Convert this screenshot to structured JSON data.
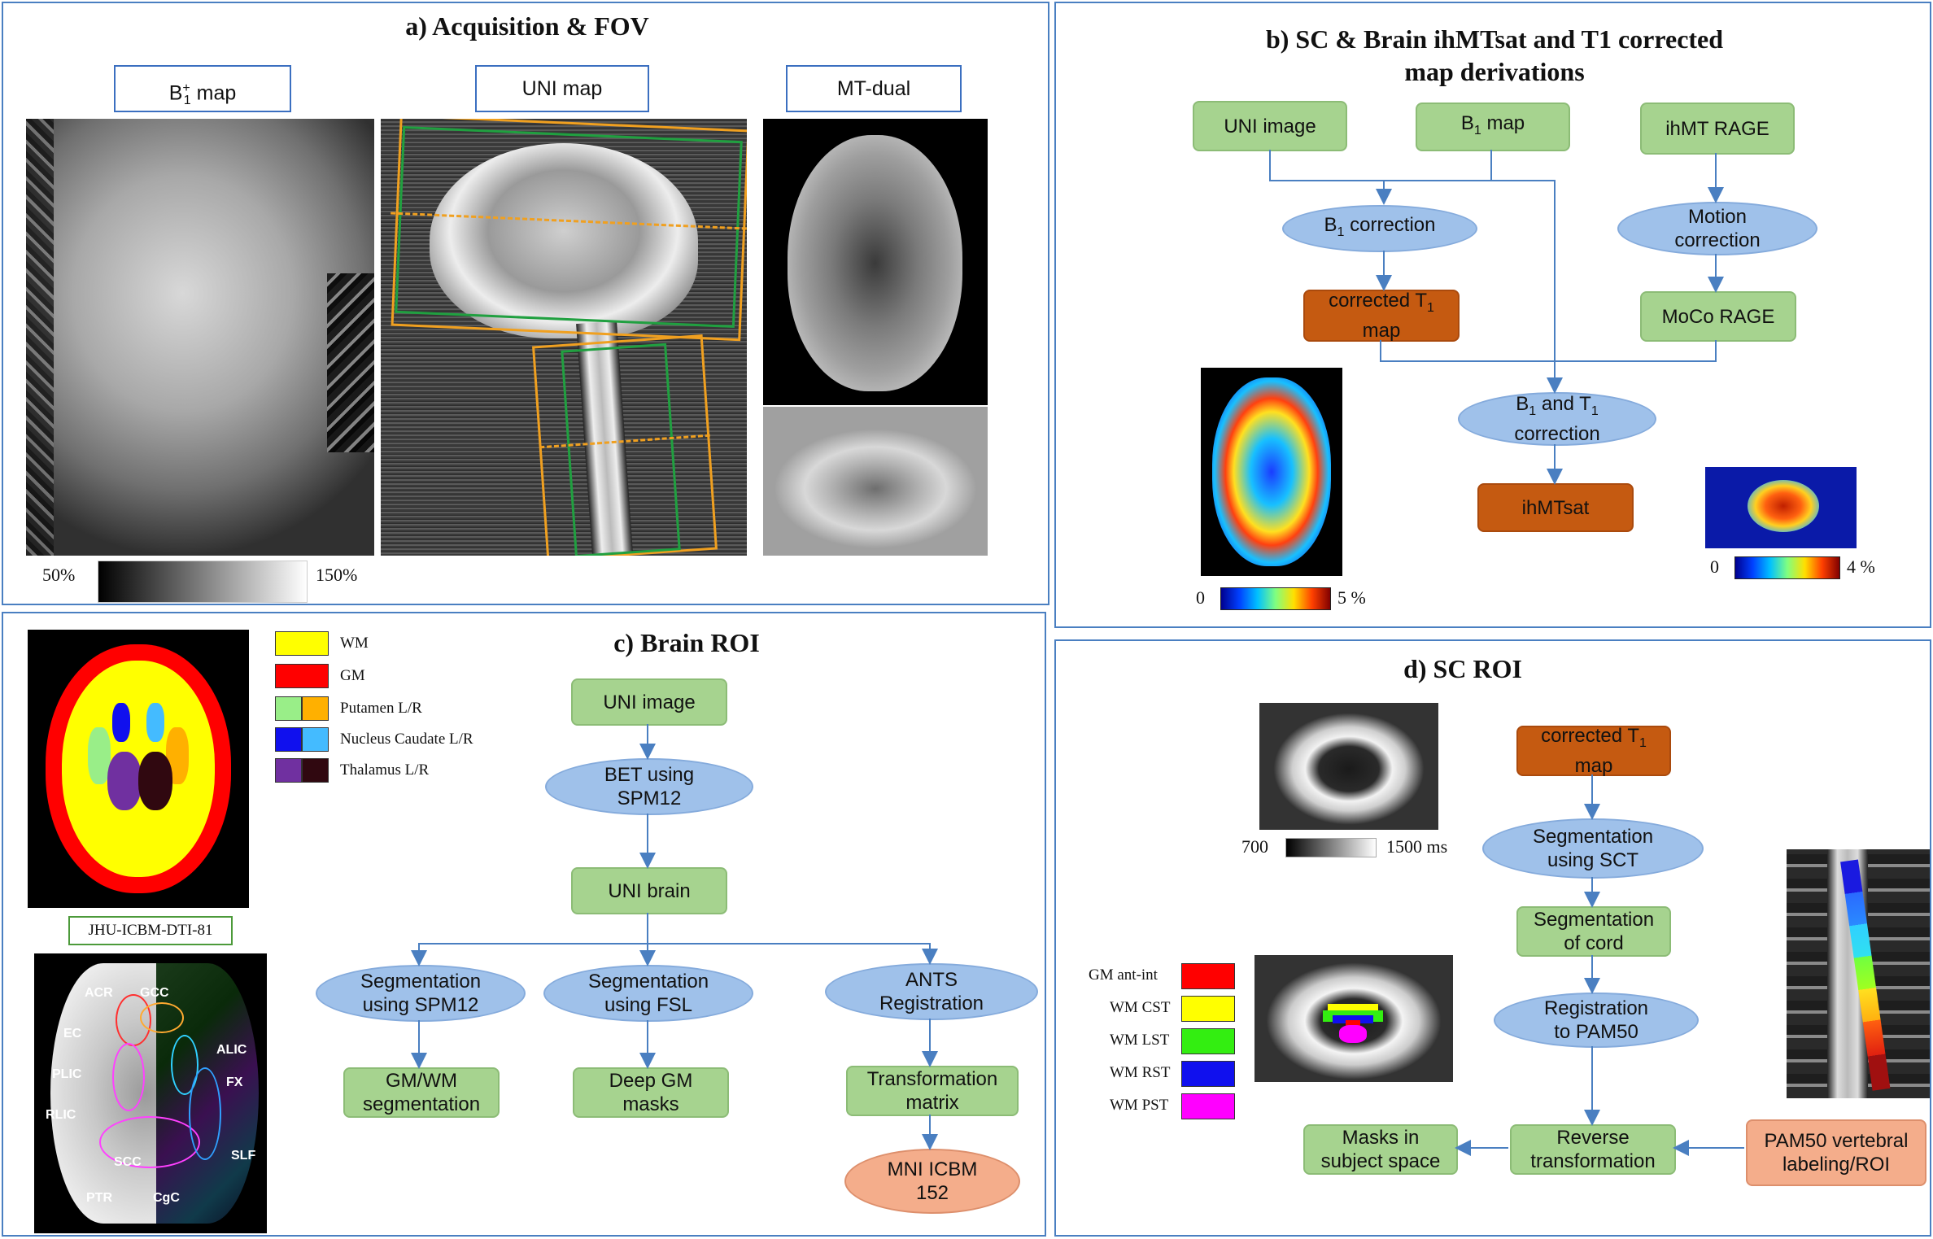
{
  "panel_a": {
    "title": "a) Acquisition & FOV",
    "b1_map_label": "B",
    "b1_sub": "1",
    "b1_sup": "+",
    "b1_suffix": " map",
    "uni_map_label": "UNI map",
    "mt_dual_label": "MT-dual",
    "colorbar_min": "50%",
    "colorbar_max": "150%"
  },
  "panel_b": {
    "title_line1": "b) SC & Brain ihMTsat and T1 corrected",
    "title_line2": "map derivations",
    "uni_image": "UNI image",
    "b1_map": "B",
    "b1_map_suffix": " map",
    "ihmt_rage": "ihMT RAGE",
    "b1_correction": "B",
    "b1_correction_suffix": " correction",
    "motion_correction": "Motion\ncorrection",
    "corrected_t1_line1": "corrected T",
    "corrected_t1_line2": "map",
    "moco_rage": "MoCo RAGE",
    "b1_t1_line1a": "B",
    "b1_t1_line1b": " and T",
    "b1_t1_line2": "correction",
    "ihmtsat": "ihMTsat",
    "sub1": "1",
    "brain_cbar_min": "0",
    "brain_cbar_max": "5 %",
    "sc_cbar_min": "0",
    "sc_cbar_max": "4 %"
  },
  "panel_c": {
    "title": "c)  Brain ROI",
    "legend": [
      {
        "label": "WM",
        "colors": [
          "#ffff00"
        ]
      },
      {
        "label": "GM",
        "colors": [
          "#ff0000"
        ]
      },
      {
        "label": "Putamen L/R",
        "colors": [
          "#99ee88",
          "#ffb000"
        ]
      },
      {
        "label": "Nucleus Caudate L/R",
        "colors": [
          "#1010ee",
          "#44bbff"
        ]
      },
      {
        "label": "Thalamus L/R",
        "colors": [
          "#7030a0",
          "#300810"
        ]
      }
    ],
    "atlas_label": "JHU-ICBM-DTI-81",
    "tracts": [
      "ACR",
      "GCC",
      "EC",
      "ALIC",
      "PLIC",
      "FX",
      "RLIC",
      "SCC",
      "SLF",
      "PTR",
      "CgC"
    ],
    "uni_image": "UNI image",
    "bet": "BET using\nSPM12",
    "uni_brain": "UNI brain",
    "seg_spm": "Segmentation\nusing SPM12",
    "seg_fsl": "Segmentation\nusing FSL",
    "ants": "ANTS\nRegistration",
    "gmwm": "GM/WM\nsegmentation",
    "deep_gm": "Deep GM\nmasks",
    "transform": "Transformation\nmatrix",
    "mni": "MNI ICBM\n152"
  },
  "panel_d": {
    "title": "d)  SC ROI",
    "cbar_min": "700",
    "cbar_max": "1500 ms",
    "corrected_t1_line1": "corrected T",
    "corrected_t1_sub": "1",
    "corrected_t1_line2": "map",
    "seg_sct": "Segmentation\nusing SCT",
    "seg_cord": "Segmentation\nof cord",
    "reg_pam50": "Registration\nto PAM50",
    "reverse": "Reverse\ntransformation",
    "masks": "Masks in\nsubject space",
    "pam50": "PAM50 vertebral\nlabeling/ROI",
    "legend": [
      {
        "label": "GM ant-int",
        "color": "#ff0000"
      },
      {
        "label": "WM CST",
        "color": "#ffff00"
      },
      {
        "label": "WM LST",
        "color": "#33ee11"
      },
      {
        "label": "WM RST",
        "color": "#1010ee"
      },
      {
        "label": "WM PST",
        "color": "#ff00ff"
      }
    ]
  }
}
